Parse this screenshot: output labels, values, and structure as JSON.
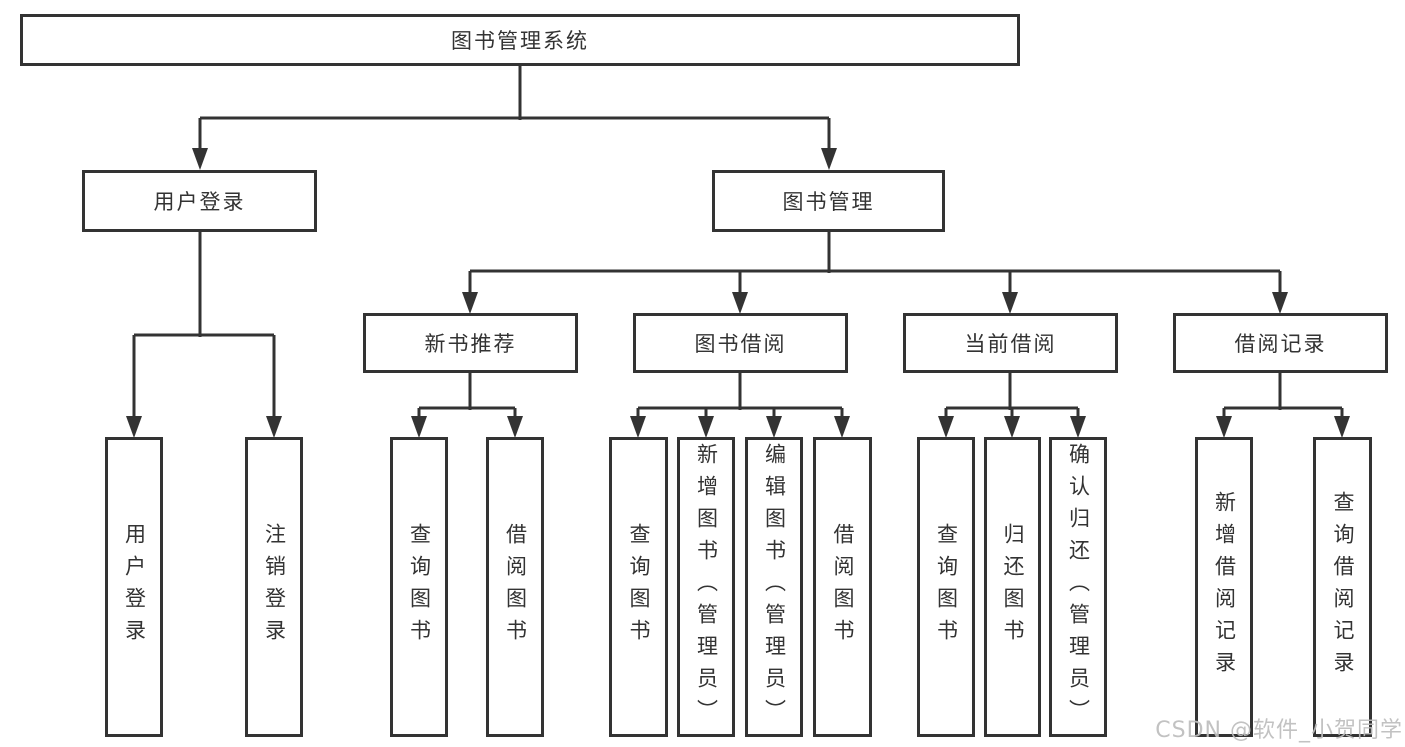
{
  "diagram": {
    "root_label": "图书管理系统",
    "level2": [
      {
        "label": "用户登录"
      },
      {
        "label": "图书管理"
      }
    ],
    "level3": [
      {
        "label": "新书推荐",
        "parent": "图书管理"
      },
      {
        "label": "图书借阅",
        "parent": "图书管理"
      },
      {
        "label": "当前借阅",
        "parent": "图书管理"
      },
      {
        "label": "借阅记录",
        "parent": "图书管理"
      }
    ],
    "leaves": [
      {
        "label": "用户登录",
        "parent": "用户登录"
      },
      {
        "label": "注销登录",
        "parent": "用户登录"
      },
      {
        "label": "查询图书",
        "parent": "新书推荐"
      },
      {
        "label": "借阅图书",
        "parent": "新书推荐"
      },
      {
        "label": "查询图书",
        "parent": "图书借阅"
      },
      {
        "label": "新增图书（管理员）",
        "parent": "图书借阅"
      },
      {
        "label": "编辑图书（管理员）",
        "parent": "图书借阅"
      },
      {
        "label": "借阅图书",
        "parent": "图书借阅"
      },
      {
        "label": "查询图书",
        "parent": "当前借阅"
      },
      {
        "label": "归还图书",
        "parent": "当前借阅"
      },
      {
        "label": "确认归还（管理员）",
        "parent": "当前借阅"
      },
      {
        "label": "新增借阅记录",
        "parent": "借阅记录"
      },
      {
        "label": "查询借阅记录",
        "parent": "借阅记录"
      }
    ],
    "watermark": "CSDN @软件_小贺同学",
    "colors": {
      "line": "#333333",
      "box_border": "#333333",
      "text": "#333333",
      "background": "#ffffff",
      "watermark": "#bdbdbd"
    }
  }
}
